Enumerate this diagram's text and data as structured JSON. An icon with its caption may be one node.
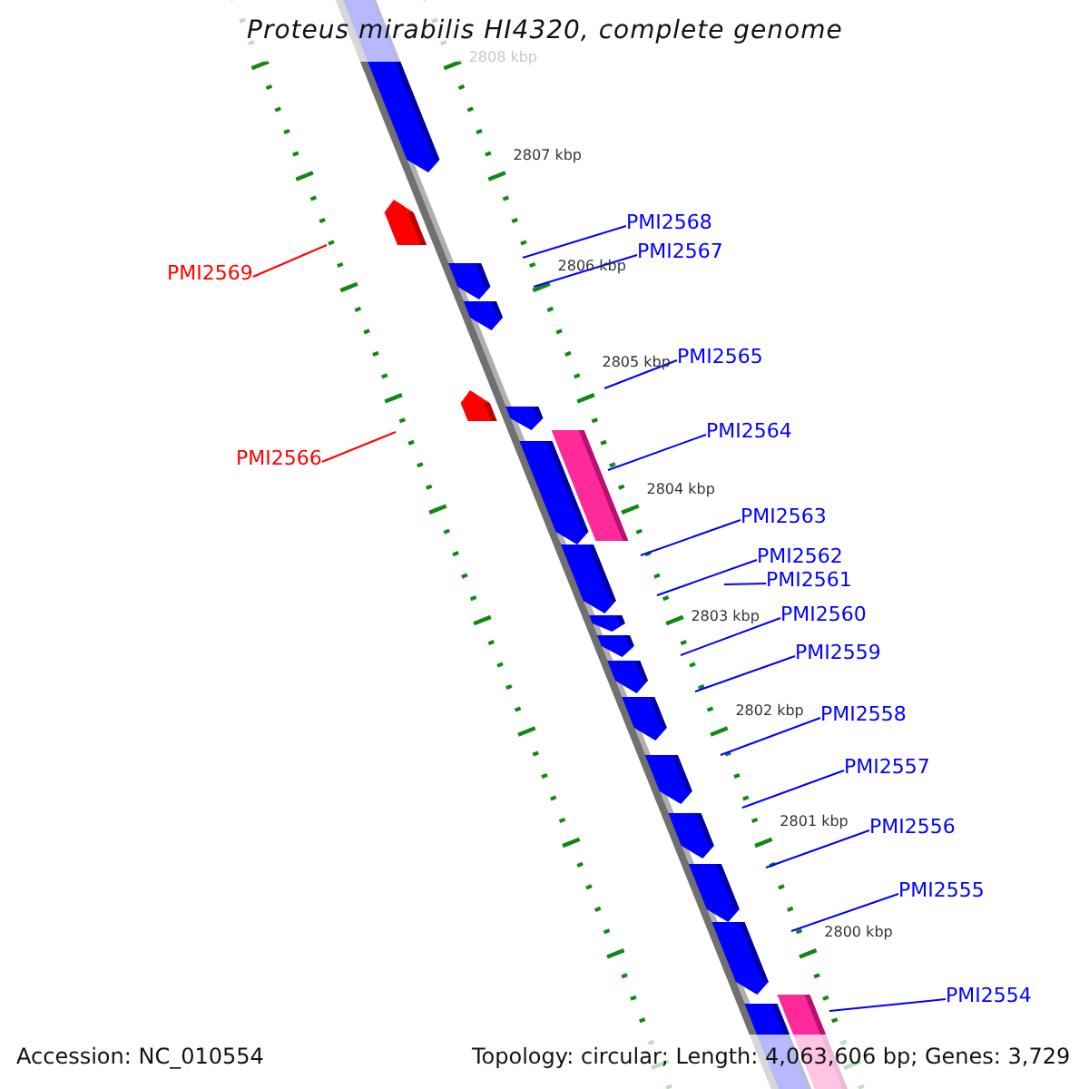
{
  "diagram": {
    "title": "Proteus mirabilis HI4320, complete genome",
    "nodes": [
      {
        "text": [
          "PMI2568"
        ]
      },
      {
        "text": [
          "PMI2567"
        ]
      },
      {
        "text": [
          "PMI2569"
        ]
      },
      {
        "text": [
          "PMI2565"
        ]
      },
      {
        "text": [
          "PMI2564"
        ]
      },
      {
        "text": [
          "PMI2566"
        ]
      },
      {
        "text": [
          "PMI2563"
        ]
      },
      {
        "text": [
          "PMI2562"
        ]
      },
      {
        "text": [
          "PMI2561"
        ]
      },
      {
        "text": [
          "PMI2560"
        ]
      },
      {
        "text": [
          "PMI2559"
        ]
      },
      {
        "text": [
          "PMI2558"
        ]
      },
      {
        "text": [
          "PMI2557"
        ]
      },
      {
        "text": [
          "PMI2556"
        ]
      },
      {
        "text": [
          "PMI2555"
        ]
      },
      {
        "text": [
          "PMI2554"
        ]
      }
    ],
    "edges": [
      {
        "from": 0,
        "to": null,
        "arrow": "none"
      },
      {
        "from": 1,
        "to": null,
        "arrow": "none"
      },
      {
        "from": 2,
        "to": null,
        "arrow": "none",
        "color": "#ff0000"
      },
      {
        "from": 3,
        "to": null,
        "arrow": "none"
      },
      {
        "from": 4,
        "to": null,
        "arrow": "none"
      },
      {
        "from": 5,
        "to": null,
        "arrow": "none",
        "color": "#ff0000"
      },
      {
        "from": 6,
        "to": null,
        "arrow": "none"
      },
      {
        "from": 7,
        "to": null,
        "arrow": "none"
      },
      {
        "from": 8,
        "to": null,
        "arrow": "none"
      },
      {
        "from": 9,
        "to": null,
        "arrow": "none"
      },
      {
        "from": 10,
        "to": null,
        "arrow": "none"
      },
      {
        "from": 11,
        "to": null,
        "arrow": "none"
      },
      {
        "from": 12,
        "to": null,
        "arrow": "none"
      },
      {
        "from": 13,
        "to": null,
        "arrow": "none"
      },
      {
        "from": 14,
        "to": null,
        "arrow": "none"
      },
      {
        "from": 15,
        "to": null,
        "arrow": "none"
      }
    ],
    "labels": [
      "2808 kbp",
      "2807 kbp",
      "2806 kbp",
      "2805 kbp",
      "2804 kbp",
      "2803 kbp",
      "2802 kbp",
      "2801 kbp",
      "2800 kbp",
      "Accession: NC_010554",
      "Topology: circular; Length: 4,063,606 bp; Genes: 3,729"
    ]
  }
}
